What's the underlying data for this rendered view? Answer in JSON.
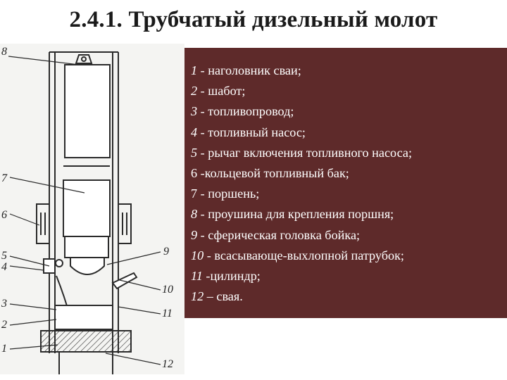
{
  "slide": {
    "title": "2.4.1. Трубчатый дизельный молот"
  },
  "figure": {
    "callouts": [
      "8",
      "7",
      "6",
      "5",
      "4",
      "3",
      "2",
      "1",
      "9",
      "10",
      "11",
      "12"
    ]
  },
  "legend": {
    "background_color": "#5e2a2a",
    "text_color": "#ffffff",
    "items": [
      {
        "number": "1",
        "text": " - наголовник сваи;"
      },
      {
        "number": "2",
        "text": " - шабот;"
      },
      {
        "number": "3",
        "text": " - топливопровод;"
      },
      {
        "number": "4",
        "text": " - топливный насос;"
      },
      {
        "number": "5",
        "text": " - рычаг включения топливного насоса;"
      },
      {
        "number": "6",
        "text": " -кольцевой топливный бак;"
      },
      {
        "number": "7",
        "text": " - поршень;"
      },
      {
        "number": "8",
        "text": " - проушина для крепления поршня;"
      },
      {
        "number": "9",
        "text": " - сферическая головка бойка;"
      },
      {
        "number": "10",
        "text": " - всасывающе-выхлопной патрубок;"
      },
      {
        "number": "11",
        "text": " -цилиндр;"
      },
      {
        "number": "12",
        "text": " – свая."
      }
    ]
  }
}
